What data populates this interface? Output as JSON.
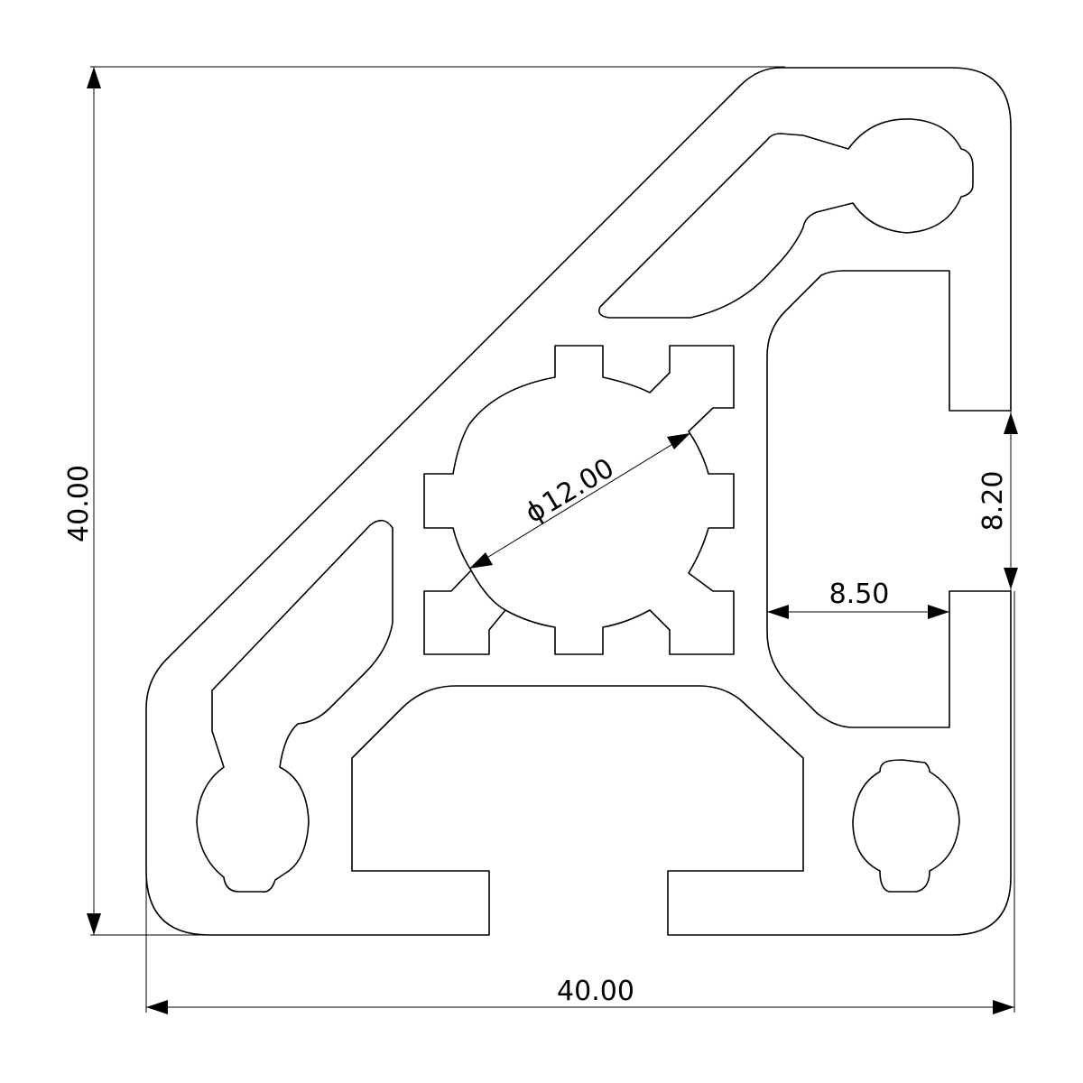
{
  "title": "40x40 triangular aluminium extrusion profile drawing",
  "dimensions": {
    "height": "40.00",
    "width": "40.00",
    "slot_opening": "8.20",
    "slot_depth": "8.50",
    "center_bore": "12.00",
    "diameter_symbol": "ϕ"
  },
  "colors": {
    "line": "#000000",
    "background": "#ffffff"
  }
}
